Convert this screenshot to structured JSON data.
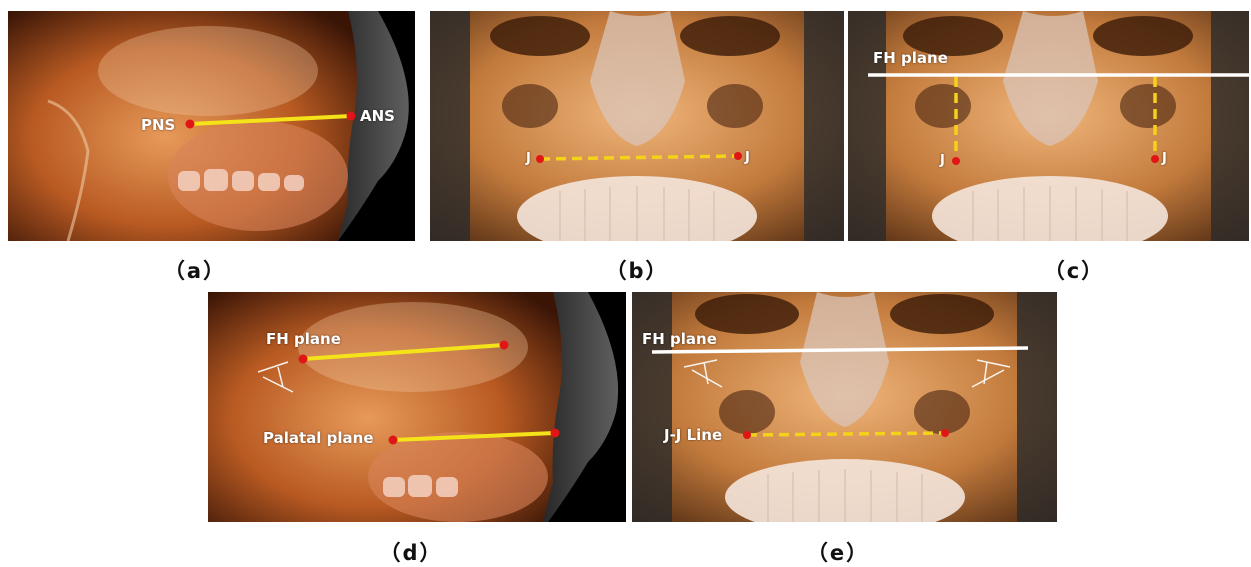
{
  "panels": {
    "a": {
      "caption": "（a）",
      "labels": {
        "pns": "PNS",
        "ans": "ANS"
      }
    },
    "b": {
      "caption": "（b）",
      "labels": {
        "j_left": "J",
        "j_right": "J"
      }
    },
    "c": {
      "caption": "（c）",
      "labels": {
        "fh_plane": "FH plane",
        "j_left": "J",
        "j_right": "J"
      }
    },
    "d": {
      "caption": "（d）",
      "labels": {
        "fh_plane": "FH plane",
        "palatal_plane": "Palatal plane"
      }
    },
    "e": {
      "caption": "（e）",
      "labels": {
        "fh_plane": "FH plane",
        "jj_line": "J-J Line"
      }
    }
  },
  "colors": {
    "background": "#000000",
    "bone": "#c8712e",
    "measure_line_solid": "#f5e31a",
    "measure_line_dashed": "#f5d21a",
    "fh_plane_line": "#ffffff",
    "landmark_point": "#e01515"
  }
}
